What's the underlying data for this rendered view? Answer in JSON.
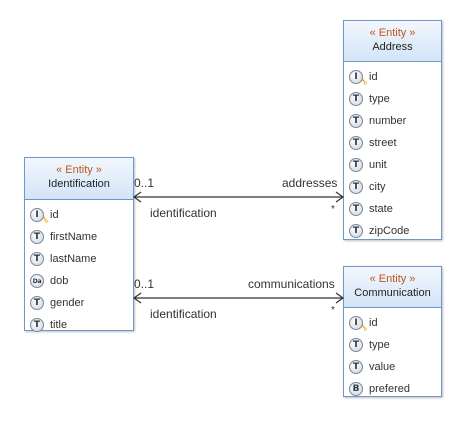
{
  "entities": {
    "identification": {
      "stereotype": "« Entity »",
      "name": "Identification",
      "attributes": [
        {
          "icon": "I",
          "label": "id"
        },
        {
          "icon": "T",
          "label": "firstName"
        },
        {
          "icon": "T",
          "label": "lastName"
        },
        {
          "icon": "Da",
          "label": "dob"
        },
        {
          "icon": "T",
          "label": "gender"
        },
        {
          "icon": "T",
          "label": "title"
        }
      ]
    },
    "address": {
      "stereotype": "« Entity »",
      "name": "Address",
      "attributes": [
        {
          "icon": "I",
          "label": "id"
        },
        {
          "icon": "T",
          "label": "type"
        },
        {
          "icon": "T",
          "label": "number"
        },
        {
          "icon": "T",
          "label": "street"
        },
        {
          "icon": "T",
          "label": "unit"
        },
        {
          "icon": "T",
          "label": "city"
        },
        {
          "icon": "T",
          "label": "state"
        },
        {
          "icon": "T",
          "label": "zipCode"
        }
      ]
    },
    "communication": {
      "stereotype": "« Entity »",
      "name": "Communication",
      "attributes": [
        {
          "icon": "I",
          "label": "id"
        },
        {
          "icon": "T",
          "label": "type"
        },
        {
          "icon": "T",
          "label": "value"
        },
        {
          "icon": "B",
          "label": "prefered"
        }
      ]
    }
  },
  "relations": {
    "addresses": {
      "source_mult": "0..1",
      "target_role": "addresses",
      "source_role": "identification",
      "target_mult": "*"
    },
    "communications": {
      "source_mult": "0..1",
      "target_role": "communications",
      "source_role": "identification",
      "target_mult": "*"
    }
  },
  "colors": {
    "border": "#6f97c9",
    "stereotype": "#c0561b",
    "header_gradient_top": "#f2f7fd",
    "header_gradient_bottom": "#d3e4f8",
    "key_icon": "#e7a61a"
  }
}
